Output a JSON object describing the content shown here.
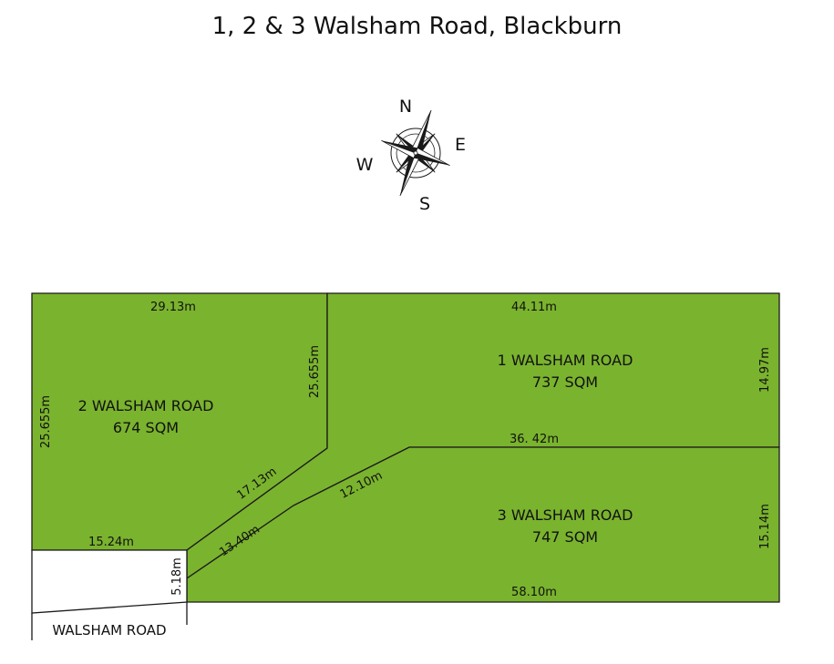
{
  "title": "1, 2 & 3 Walsham Road, Blackburn",
  "colors": {
    "lot_fill": "#7ab32e",
    "outline": "#1a1a1a",
    "background": "#ffffff"
  },
  "compass": {
    "n": "N",
    "e": "E",
    "s": "S",
    "w": "W"
  },
  "lots": {
    "lot1": {
      "name": "1 WALSHAM ROAD",
      "area": "737 SQM"
    },
    "lot2": {
      "name": "2 WALSHAM ROAD",
      "area": "674 SQM"
    },
    "lot3": {
      "name": "3 WALSHAM ROAD",
      "area": "747 SQM"
    }
  },
  "dimensions": {
    "lot2_top": "29.13m",
    "lot2_left": "25.655m",
    "lot2_right": "25.655m",
    "lot2_bottom": "15.24m",
    "lot2_diag": "17.13m",
    "lot1_top": "44.11m",
    "lot1_right": "14.97m",
    "lot1_bottom": "36. 42m",
    "lot3_diag_lower": "13.40m",
    "lot3_diag_upper": "12.10m",
    "lot3_right": "15.14m",
    "lot3_bottom": "58.10m",
    "frontage": "5.18m"
  },
  "road": {
    "label": "WALSHAM ROAD"
  }
}
